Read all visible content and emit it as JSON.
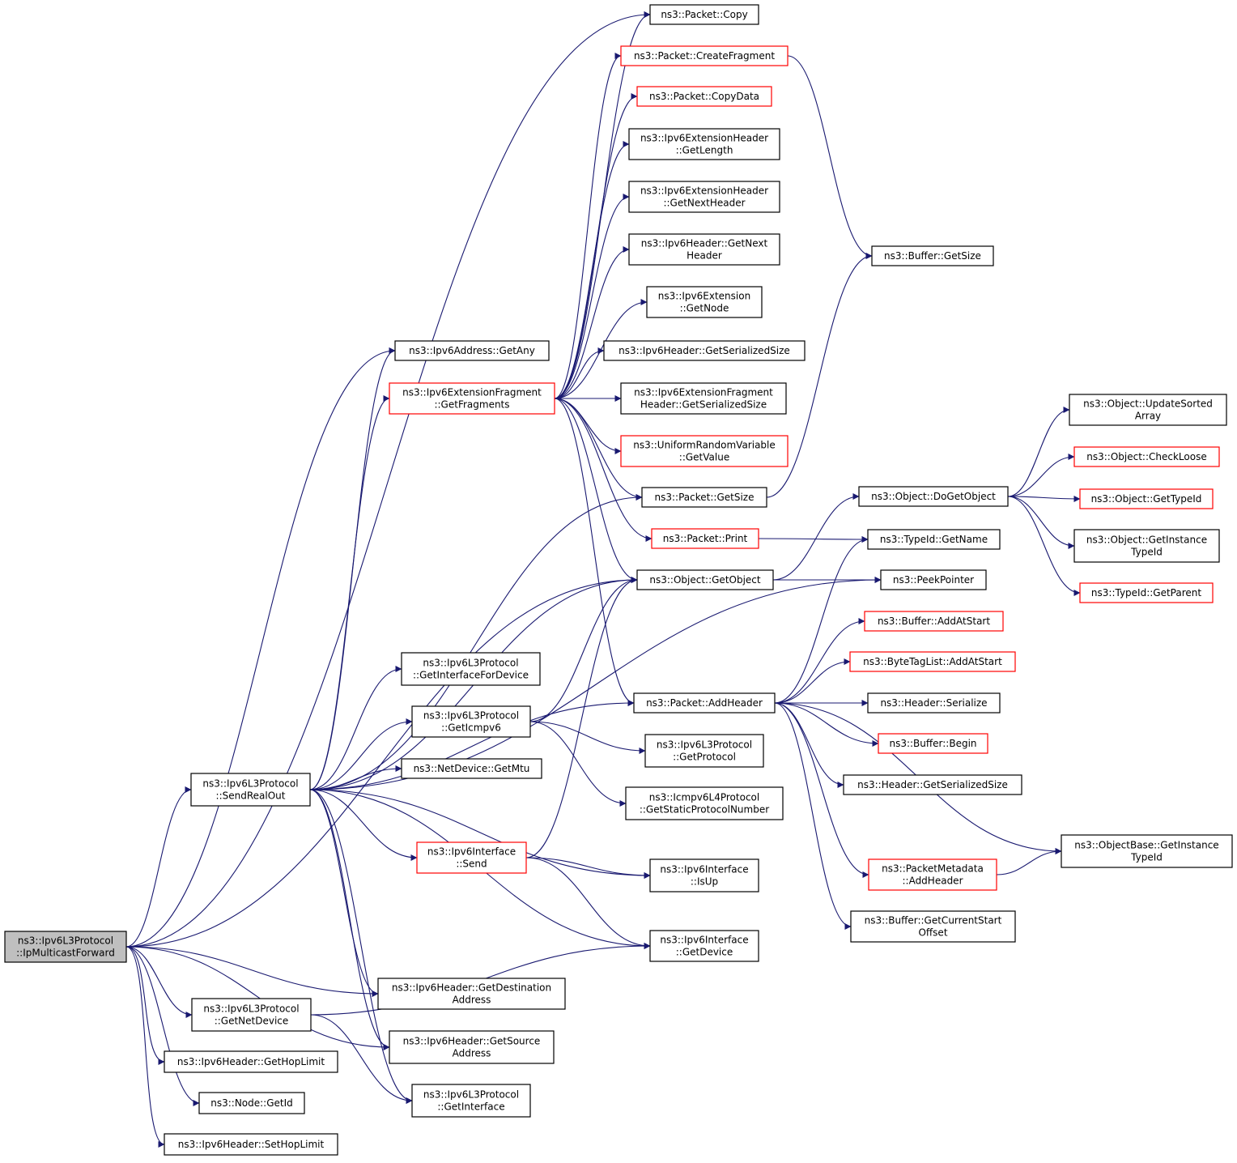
{
  "colors": {
    "edge": "#191970",
    "border_default": "#000000",
    "border_incomplete": "#ff0000",
    "fill_root": "#bfbfbf",
    "fill_default": "#ffffff"
  },
  "nodes": [
    {
      "id": "root",
      "lines": [
        "ns3::Ipv6L3Protocol",
        "::IpMulticastForward"
      ],
      "style": "root"
    },
    {
      "id": "copy",
      "lines": [
        "ns3::Packet::Copy"
      ],
      "style": "normal"
    },
    {
      "id": "createfrag",
      "lines": [
        "ns3::Packet::CreateFragment"
      ],
      "style": "incomplete"
    },
    {
      "id": "copydata",
      "lines": [
        "ns3::Packet::CopyData"
      ],
      "style": "incomplete"
    },
    {
      "id": "exthdr_len",
      "lines": [
        "ns3::Ipv6ExtensionHeader",
        "::GetLength"
      ],
      "style": "normal"
    },
    {
      "id": "exthdr_next",
      "lines": [
        "ns3::Ipv6ExtensionHeader",
        "::GetNextHeader"
      ],
      "style": "normal"
    },
    {
      "id": "hdr_next",
      "lines": [
        "ns3::Ipv6Header::GetNext",
        "Header"
      ],
      "style": "normal"
    },
    {
      "id": "ext_node",
      "lines": [
        "ns3::Ipv6Extension",
        "::GetNode"
      ],
      "style": "normal"
    },
    {
      "id": "hdr_sersize",
      "lines": [
        "ns3::Ipv6Header::GetSerializedSize"
      ],
      "style": "normal"
    },
    {
      "id": "fraghdr_sersize",
      "lines": [
        "ns3::Ipv6ExtensionFragment",
        "Header::GetSerializedSize"
      ],
      "style": "normal"
    },
    {
      "id": "uniform",
      "lines": [
        "ns3::UniformRandomVariable",
        "::GetValue"
      ],
      "style": "incomplete"
    },
    {
      "id": "pkt_getsize",
      "lines": [
        "ns3::Packet::GetSize"
      ],
      "style": "normal"
    },
    {
      "id": "pkt_print",
      "lines": [
        "ns3::Packet::Print"
      ],
      "style": "incomplete"
    },
    {
      "id": "getobject",
      "lines": [
        "ns3::Object::GetObject"
      ],
      "style": "normal"
    },
    {
      "id": "buf_getsize",
      "lines": [
        "ns3::Buffer::GetSize"
      ],
      "style": "normal"
    },
    {
      "id": "getany",
      "lines": [
        "ns3::Ipv6Address::GetAny"
      ],
      "style": "normal"
    },
    {
      "id": "getfragments",
      "lines": [
        "ns3::Ipv6ExtensionFragment",
        "::GetFragments"
      ],
      "style": "incomplete"
    },
    {
      "id": "dogetobject",
      "lines": [
        "ns3::Object::DoGetObject"
      ],
      "style": "normal"
    },
    {
      "id": "typeid_getname",
      "lines": [
        "ns3::TypeId::GetName"
      ],
      "style": "normal"
    },
    {
      "id": "peekpointer",
      "lines": [
        "ns3::PeekPointer"
      ],
      "style": "normal"
    },
    {
      "id": "updatesorted",
      "lines": [
        "ns3::Object::UpdateSorted",
        "Array"
      ],
      "style": "normal"
    },
    {
      "id": "checkloose",
      "lines": [
        "ns3::Object::CheckLoose"
      ],
      "style": "incomplete"
    },
    {
      "id": "gettypeid",
      "lines": [
        "ns3::Object::GetTypeId"
      ],
      "style": "incomplete"
    },
    {
      "id": "obj_getinsttypeid",
      "lines": [
        "ns3::Object::GetInstance",
        "TypeId"
      ],
      "style": "normal"
    },
    {
      "id": "typeid_getparent",
      "lines": [
        "ns3::TypeId::GetParent"
      ],
      "style": "incomplete"
    },
    {
      "id": "buf_addatstart",
      "lines": [
        "ns3::Buffer::AddAtStart"
      ],
      "style": "incomplete"
    },
    {
      "id": "btl_addatstart",
      "lines": [
        "ns3::ByteTagList::AddAtStart"
      ],
      "style": "incomplete"
    },
    {
      "id": "hdr_serialize",
      "lines": [
        "ns3::Header::Serialize"
      ],
      "style": "normal"
    },
    {
      "id": "buf_begin",
      "lines": [
        "ns3::Buffer::Begin"
      ],
      "style": "incomplete"
    },
    {
      "id": "header_sersize",
      "lines": [
        "ns3::Header::GetSerializedSize"
      ],
      "style": "normal"
    },
    {
      "id": "objbase_getinsttypeid",
      "lines": [
        "ns3::ObjectBase::GetInstance",
        "TypeId"
      ],
      "style": "normal"
    },
    {
      "id": "pktmeta_addheader",
      "lines": [
        "ns3::PacketMetadata",
        "::AddHeader"
      ],
      "style": "incomplete"
    },
    {
      "id": "buf_curstart",
      "lines": [
        "ns3::Buffer::GetCurrentStart",
        "Offset"
      ],
      "style": "normal"
    },
    {
      "id": "getifacefordevice",
      "lines": [
        "ns3::Ipv6L3Protocol",
        "::GetInterfaceForDevice"
      ],
      "style": "normal"
    },
    {
      "id": "geticmpv6",
      "lines": [
        "ns3::Ipv6L3Protocol",
        "::GetIcmpv6"
      ],
      "style": "normal"
    },
    {
      "id": "getmtu",
      "lines": [
        "ns3::NetDevice::GetMtu"
      ],
      "style": "normal"
    },
    {
      "id": "sendrealout",
      "lines": [
        "ns3::Ipv6L3Protocol",
        "::SendRealOut"
      ],
      "style": "normal"
    },
    {
      "id": "pkt_addheader",
      "lines": [
        "ns3::Packet::AddHeader"
      ],
      "style": "normal"
    },
    {
      "id": "getprotocol",
      "lines": [
        "ns3::Ipv6L3Protocol",
        "::GetProtocol"
      ],
      "style": "normal"
    },
    {
      "id": "icmp_staticprot",
      "lines": [
        "ns3::Icmpv6L4Protocol",
        "::GetStaticProtocolNumber"
      ],
      "style": "normal"
    },
    {
      "id": "iface_send",
      "lines": [
        "ns3::Ipv6Interface",
        "::Send"
      ],
      "style": "incomplete"
    },
    {
      "id": "iface_isup",
      "lines": [
        "ns3::Ipv6Interface",
        "::IsUp"
      ],
      "style": "normal"
    },
    {
      "id": "iface_getdevice",
      "lines": [
        "ns3::Ipv6Interface",
        "::GetDevice"
      ],
      "style": "normal"
    },
    {
      "id": "hdr_getdest",
      "lines": [
        "ns3::Ipv6Header::GetDestination",
        "Address"
      ],
      "style": "normal"
    },
    {
      "id": "getnetdevice",
      "lines": [
        "ns3::Ipv6L3Protocol",
        "::GetNetDevice"
      ],
      "style": "normal"
    },
    {
      "id": "hdr_getsrc",
      "lines": [
        "ns3::Ipv6Header::GetSource",
        "Address"
      ],
      "style": "normal"
    },
    {
      "id": "gethoplimit",
      "lines": [
        "ns3::Ipv6Header::GetHopLimit"
      ],
      "style": "normal"
    },
    {
      "id": "getinterface",
      "lines": [
        "ns3::Ipv6L3Protocol",
        "::GetInterface"
      ],
      "style": "normal"
    },
    {
      "id": "node_getid",
      "lines": [
        "ns3::Node::GetId"
      ],
      "style": "normal"
    },
    {
      "id": "sethoplimit",
      "lines": [
        "ns3::Ipv6Header::SetHopLimit"
      ],
      "style": "normal"
    }
  ],
  "edges": [
    [
      "root",
      "copy"
    ],
    [
      "root",
      "getany"
    ],
    [
      "root",
      "getobject"
    ],
    [
      "root",
      "sendrealout"
    ],
    [
      "root",
      "hdr_getdest"
    ],
    [
      "root",
      "getnetdevice"
    ],
    [
      "root",
      "hdr_getsrc"
    ],
    [
      "root",
      "gethoplimit"
    ],
    [
      "root",
      "node_getid"
    ],
    [
      "root",
      "sethoplimit"
    ],
    [
      "sendrealout",
      "getany"
    ],
    [
      "sendrealout",
      "getfragments"
    ],
    [
      "sendrealout",
      "pkt_getsize"
    ],
    [
      "sendrealout",
      "getobject"
    ],
    [
      "sendrealout",
      "peekpointer"
    ],
    [
      "sendrealout",
      "getifacefordevice"
    ],
    [
      "sendrealout",
      "geticmpv6"
    ],
    [
      "sendrealout",
      "getmtu"
    ],
    [
      "sendrealout",
      "pkt_addheader"
    ],
    [
      "sendrealout",
      "iface_send"
    ],
    [
      "sendrealout",
      "iface_isup"
    ],
    [
      "sendrealout",
      "iface_getdevice"
    ],
    [
      "sendrealout",
      "hdr_getdest"
    ],
    [
      "sendrealout",
      "hdr_getsrc"
    ],
    [
      "sendrealout",
      "getinterface"
    ],
    [
      "getfragments",
      "copy"
    ],
    [
      "getfragments",
      "createfrag"
    ],
    [
      "getfragments",
      "copydata"
    ],
    [
      "getfragments",
      "exthdr_len"
    ],
    [
      "getfragments",
      "exthdr_next"
    ],
    [
      "getfragments",
      "hdr_next"
    ],
    [
      "getfragments",
      "ext_node"
    ],
    [
      "getfragments",
      "hdr_sersize"
    ],
    [
      "getfragments",
      "fraghdr_sersize"
    ],
    [
      "getfragments",
      "uniform"
    ],
    [
      "getfragments",
      "pkt_getsize"
    ],
    [
      "getfragments",
      "pkt_print"
    ],
    [
      "getfragments",
      "getobject"
    ],
    [
      "getfragments",
      "pkt_addheader"
    ],
    [
      "createfrag",
      "buf_getsize"
    ],
    [
      "pkt_getsize",
      "buf_getsize"
    ],
    [
      "pkt_print",
      "typeid_getname"
    ],
    [
      "getobject",
      "dogetobject"
    ],
    [
      "getobject",
      "peekpointer"
    ],
    [
      "dogetobject",
      "updatesorted"
    ],
    [
      "dogetobject",
      "checkloose"
    ],
    [
      "dogetobject",
      "gettypeid"
    ],
    [
      "dogetobject",
      "obj_getinsttypeid"
    ],
    [
      "dogetobject",
      "typeid_getparent"
    ],
    [
      "pkt_addheader",
      "typeid_getname"
    ],
    [
      "pkt_addheader",
      "buf_addatstart"
    ],
    [
      "pkt_addheader",
      "btl_addatstart"
    ],
    [
      "pkt_addheader",
      "hdr_serialize"
    ],
    [
      "pkt_addheader",
      "buf_begin"
    ],
    [
      "pkt_addheader",
      "header_sersize"
    ],
    [
      "pkt_addheader",
      "objbase_getinsttypeid"
    ],
    [
      "pkt_addheader",
      "pktmeta_addheader"
    ],
    [
      "pkt_addheader",
      "buf_curstart"
    ],
    [
      "pktmeta_addheader",
      "objbase_getinsttypeid"
    ],
    [
      "geticmpv6",
      "getobject"
    ],
    [
      "geticmpv6",
      "getprotocol"
    ],
    [
      "geticmpv6",
      "icmp_staticprot"
    ],
    [
      "iface_send",
      "getobject"
    ],
    [
      "iface_send",
      "iface_isup"
    ],
    [
      "iface_send",
      "iface_getdevice"
    ],
    [
      "getnetdevice",
      "getinterface"
    ],
    [
      "getnetdevice",
      "iface_getdevice"
    ]
  ]
}
